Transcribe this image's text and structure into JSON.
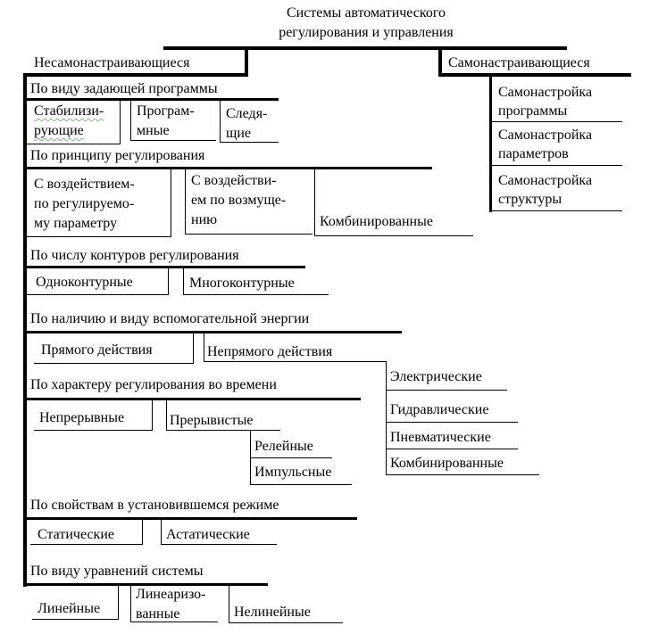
{
  "title": {
    "line1": "Системы автоматического",
    "line2": "регулирования и управления"
  },
  "left_branch": "Несамонастраивающиеся",
  "right_branch": "Самонастраивающиеся",
  "self_tuning": [
    {
      "l1": "Самонастройка",
      "l2": "программы"
    },
    {
      "l1": "Самонастройка",
      "l2": "параметров"
    },
    {
      "l1": "Самонастройка",
      "l2": "структуры"
    }
  ],
  "groups": {
    "program": {
      "heading": "По виду задающей программы",
      "items": [
        {
          "l1": "Стабилизи-",
          "l2": "рующие"
        },
        {
          "l1": "Програм-",
          "l2": "мные"
        },
        {
          "l1": "Следя-",
          "l2": "щие"
        }
      ]
    },
    "principle": {
      "heading": "По принципу регулирования",
      "items": [
        {
          "l1": "С воздействием-",
          "l2": "по регулируемо-",
          "l3": "му параметру"
        },
        {
          "l1": "С воздействи-",
          "l2": "ем по возмуще-",
          "l3": "нию"
        },
        {
          "l1": "Комбинированные"
        }
      ]
    },
    "contours": {
      "heading": "По числу контуров регулирования",
      "items": [
        "Одноконтурные",
        "Многоконтурные"
      ]
    },
    "energy": {
      "heading": "По наличию и виду вспомогательной энергии",
      "items": [
        "Прямого действия",
        "Непрямого действия"
      ],
      "sub_items": [
        "Электрические",
        "Гидравлические",
        "Пневматические",
        "Комбинированные"
      ]
    },
    "time": {
      "heading": "По характеру регулирования во времени",
      "items": [
        "Непрерывные",
        "Прерывистые"
      ],
      "sub_items": [
        "Релейные",
        "Импульсные"
      ]
    },
    "steady": {
      "heading": "По свойствам в установившемся режиме",
      "items": [
        "Статические",
        "Астатические"
      ]
    },
    "equations": {
      "heading": "По виду уравнений системы",
      "items": [
        {
          "l1": "Линейные"
        },
        {
          "l1": "Линеаризо-",
          "l2": "ванные"
        },
        {
          "l1": "Нелинейные"
        }
      ]
    }
  }
}
